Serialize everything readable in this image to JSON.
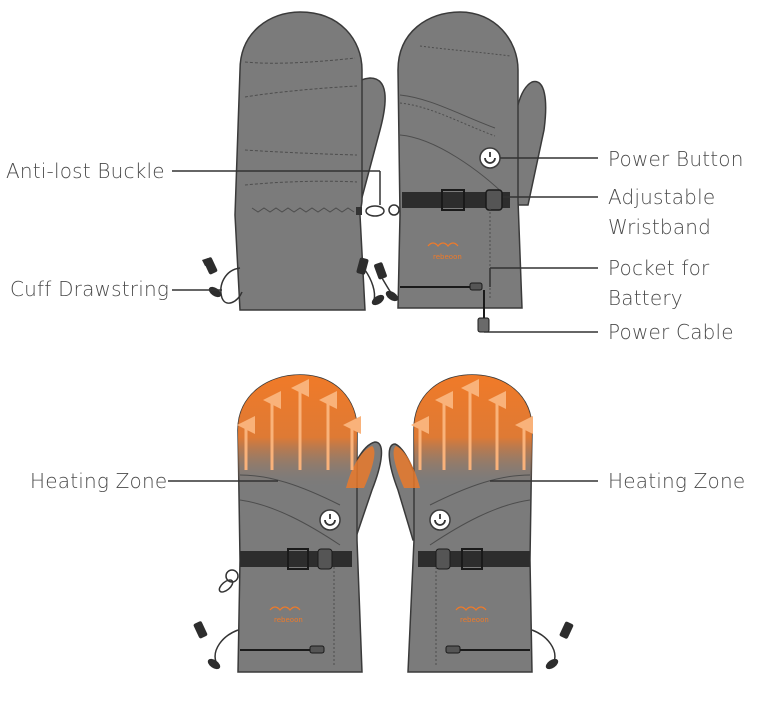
{
  "labels": {
    "anti_lost_buckle": "Anti-lost Buckle",
    "cuff_drawstring": "Cuff Drawstring",
    "power_button": "Power Button",
    "adjustable_wristband_line1": "Adjustable",
    "adjustable_wristband_line2": "Wristband",
    "pocket_for_battery_line1": "Pocket for",
    "pocket_for_battery_line2": "Battery",
    "power_cable": "Power Cable",
    "heating_zone_left": "Heating Zone",
    "heating_zone_right": "Heating Zone"
  },
  "logo": {
    "text": "rebeoon"
  },
  "colors": {
    "glove_body": "#7b7b7b",
    "glove_dark": "#5e5e5e",
    "outline": "#3a3a3a",
    "heat": "#f07a28",
    "label_text": "#4a4a4a",
    "leader_line": "#333333"
  }
}
